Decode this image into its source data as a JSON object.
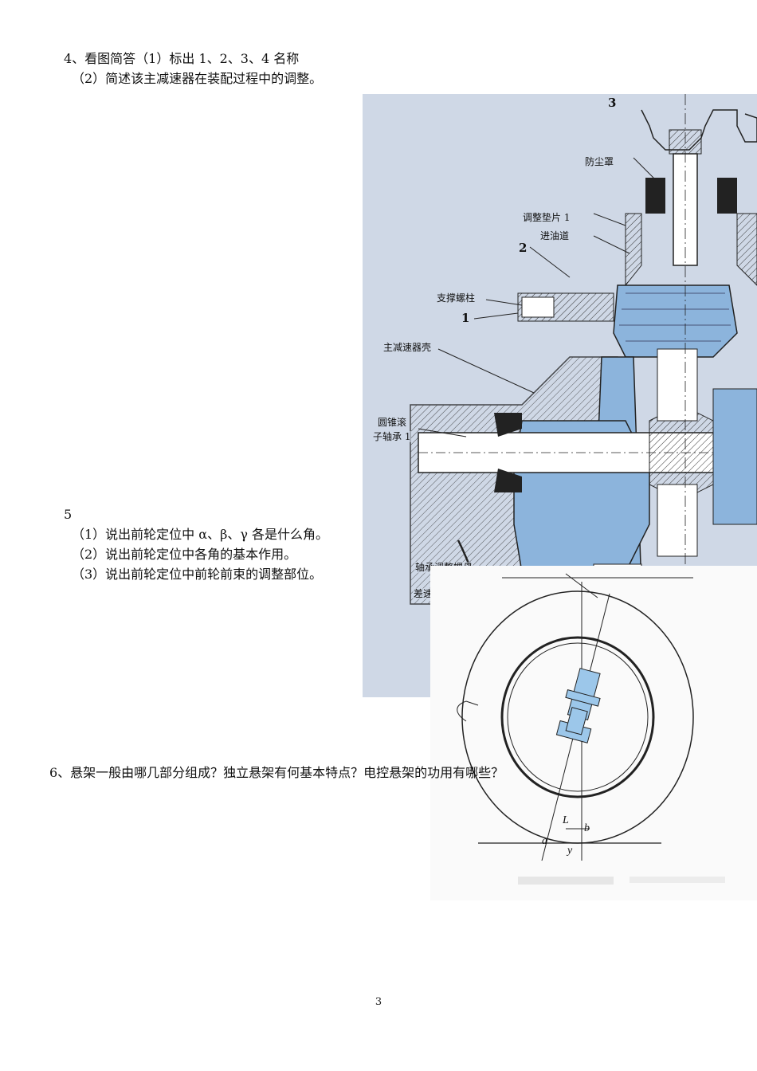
{
  "questions": {
    "q4": {
      "line1": "4、看图简答（1）标出 1、2、3、4 名称",
      "line2": "（2）简述该主减速器在装配过程中的调整。"
    },
    "q5": {
      "number": "5",
      "line1": "（1）说出前轮定位中 α、β、γ 各是什么角。",
      "line2": "（2）说出前轮定位中各角的基本作用。",
      "line3": "（3）说出前轮定位中前轮前束的调整部位。"
    },
    "q6": {
      "line1": "6、悬架一般由哪几部分组成？独立悬架有何基本特点？电控悬架的功用有哪些？"
    }
  },
  "figure_differential": {
    "number_labels": [
      "3",
      "2",
      "1"
    ],
    "callouts": {
      "dust_cover": "防尘罩",
      "shim_1": "调整垫片 1",
      "oil_passage": "进油道",
      "support_bolt": "支撑螺柱",
      "housing": "主减速器壳",
      "bearing_1a": "圆锥滚",
      "bearing_1b": "子轴承 1",
      "adjust_nut": "轴承调整螺母",
      "differential": "差速器"
    },
    "colors": {
      "part_fill": "#8cb4dc",
      "background": "#cfd8e6"
    }
  },
  "figure_wheel": {
    "letters": {
      "L": "L",
      "a": "a",
      "b": "b",
      "y": "y"
    },
    "colors": {
      "hub_fill": "#9cc7ea"
    }
  },
  "page_number": "3"
}
